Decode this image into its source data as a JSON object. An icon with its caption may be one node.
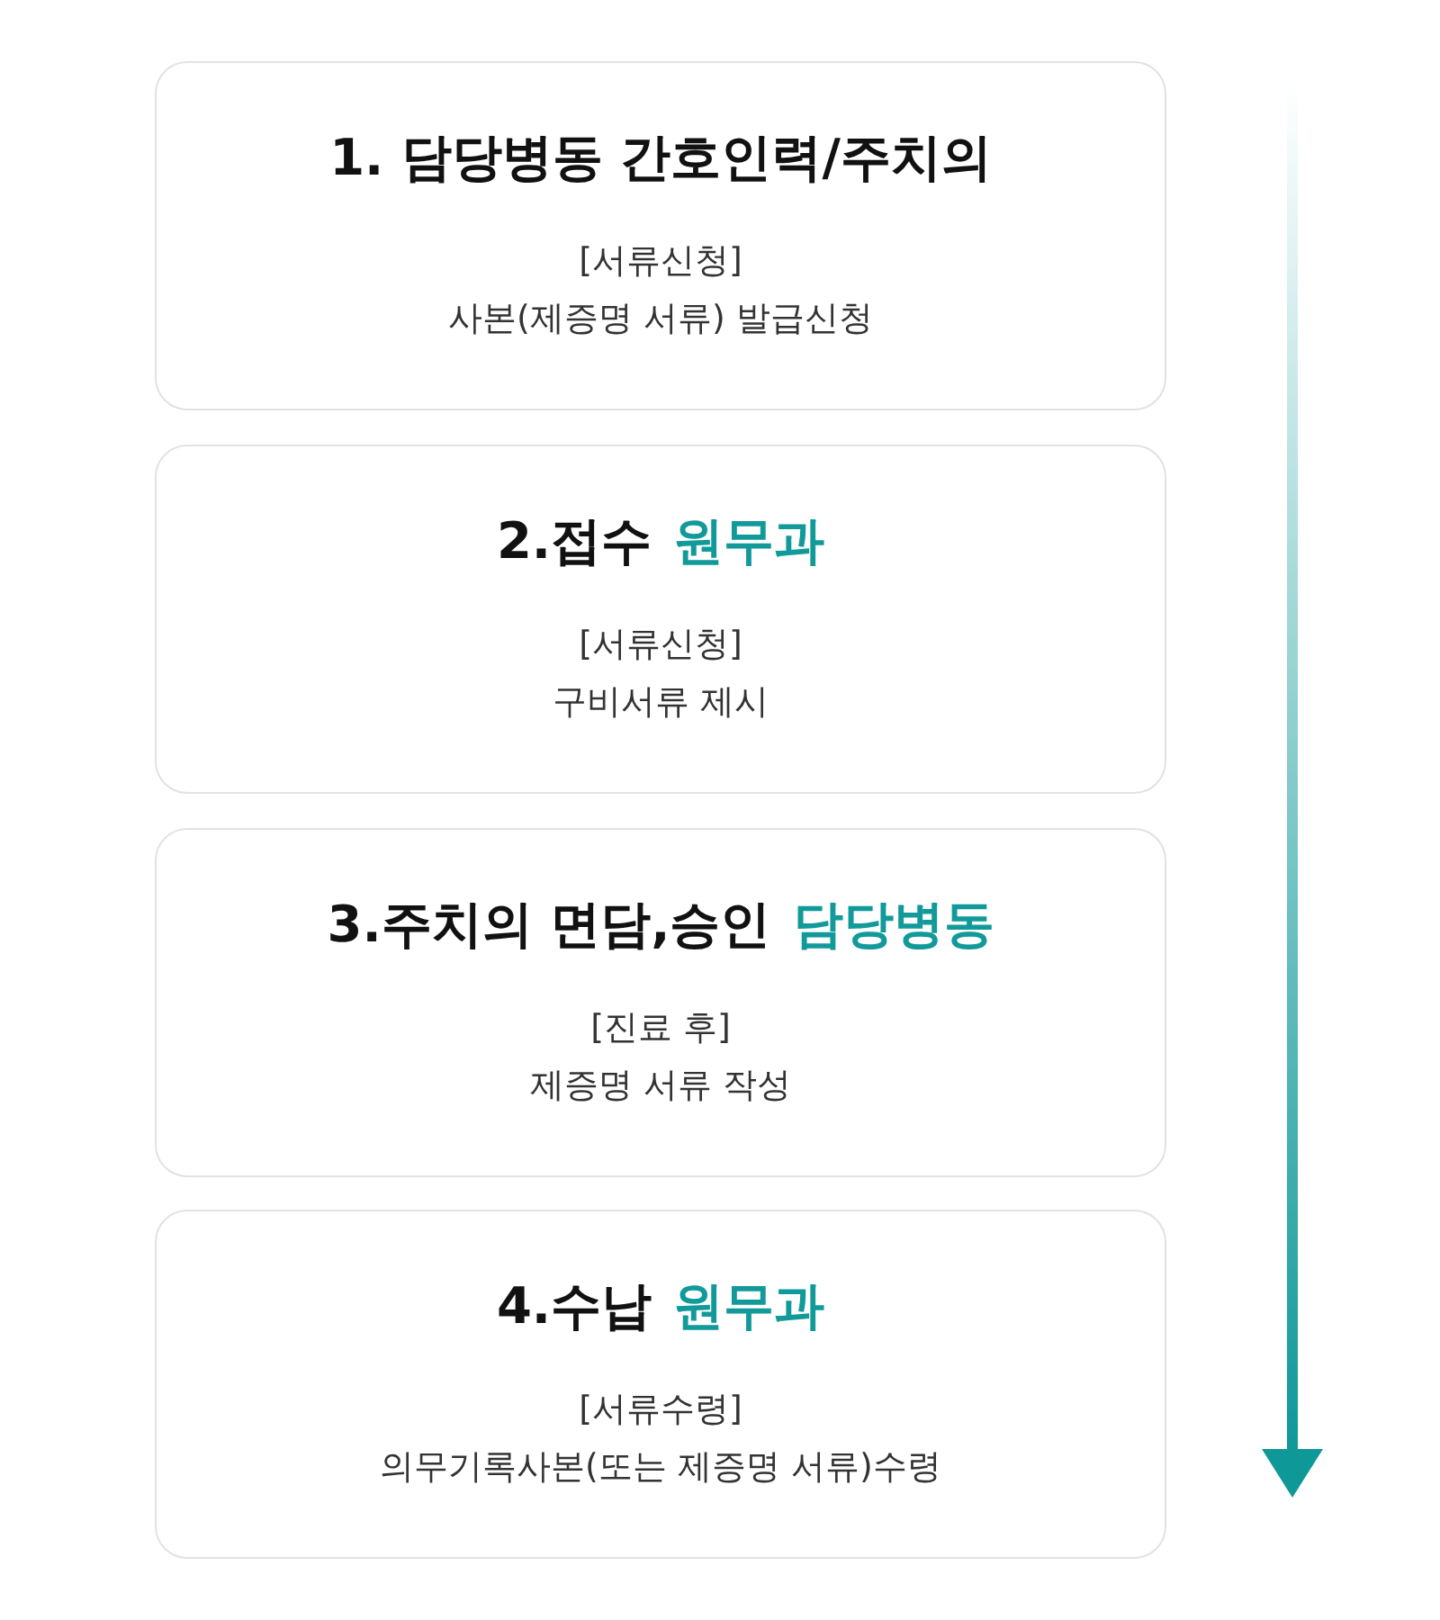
{
  "diagram": {
    "nodes": [
      {
        "text": [
          "1. 담당병동 간호인력/주치의",
          "[서류신청]",
          "사본(제증명 서류) 발급신청"
        ]
      },
      {
        "text": [
          "2.접수",
          "원무과",
          "[서류신청]",
          "구비서류 제시"
        ]
      },
      {
        "text": [
          "3.주치의 면담,승인",
          "담당병동",
          "[진료 후]",
          "제증명 서류 작성"
        ]
      },
      {
        "text": [
          "4.수납",
          "원무과",
          "[서류수령]",
          "의무기록사본(또는 제증명 서류)수령"
        ]
      }
    ],
    "edges": []
  }
}
